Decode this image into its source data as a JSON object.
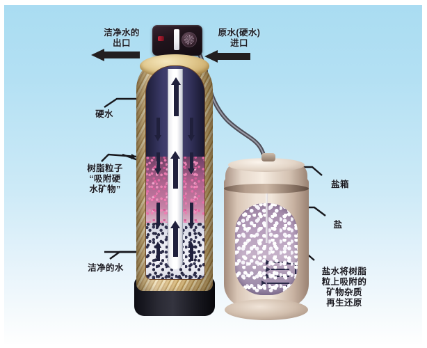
{
  "diagram": {
    "title_visible": false,
    "background": {
      "top_color": "#a9dcf2",
      "bottom_color": "#ffffff"
    }
  },
  "labels": {
    "soft_water_outlet": "洁净水的\n出口",
    "raw_water_inlet": "原水(硬水)\n进口",
    "hard_water": "硬水",
    "resin_beads": "树脂粒子\n“吸附硬\n水矿物”",
    "clean_water": "洁净的水",
    "salt_tank": "盐箱",
    "salt": "盐",
    "regeneration": "盐水将树脂\n粒上吸附的\n矿物杂质\n再生还原"
  },
  "components": {
    "valve_head": {
      "name": "control-valve-head",
      "body_color": "#1a1018",
      "screen_color": "#ffffff",
      "dial_color": "#3a2531",
      "led_color": "#c8243a"
    },
    "resin_tank": {
      "name": "resin-mineral-tank",
      "shell_color": "#d8b877",
      "water_color": "#3a3663",
      "resin_color": "#c47fa3",
      "gravel_color": "#e8e9f1",
      "base_color": "#16161d",
      "riser_color": "#ffffff"
    },
    "brine_tank": {
      "name": "brine-salt-tank",
      "body_color": "#efe3d7",
      "lid_color": "#f6ece1",
      "salt_color": "#b79fbd",
      "granule_color": "#ffffff"
    },
    "hose": {
      "name": "brine-line-hose",
      "color": "#6a6a74"
    }
  },
  "flow_arrows": {
    "inlet_direction": "left",
    "outlet_direction": "left",
    "arrow_color": "#231f20",
    "internal_arrow_color": "#20203c"
  }
}
